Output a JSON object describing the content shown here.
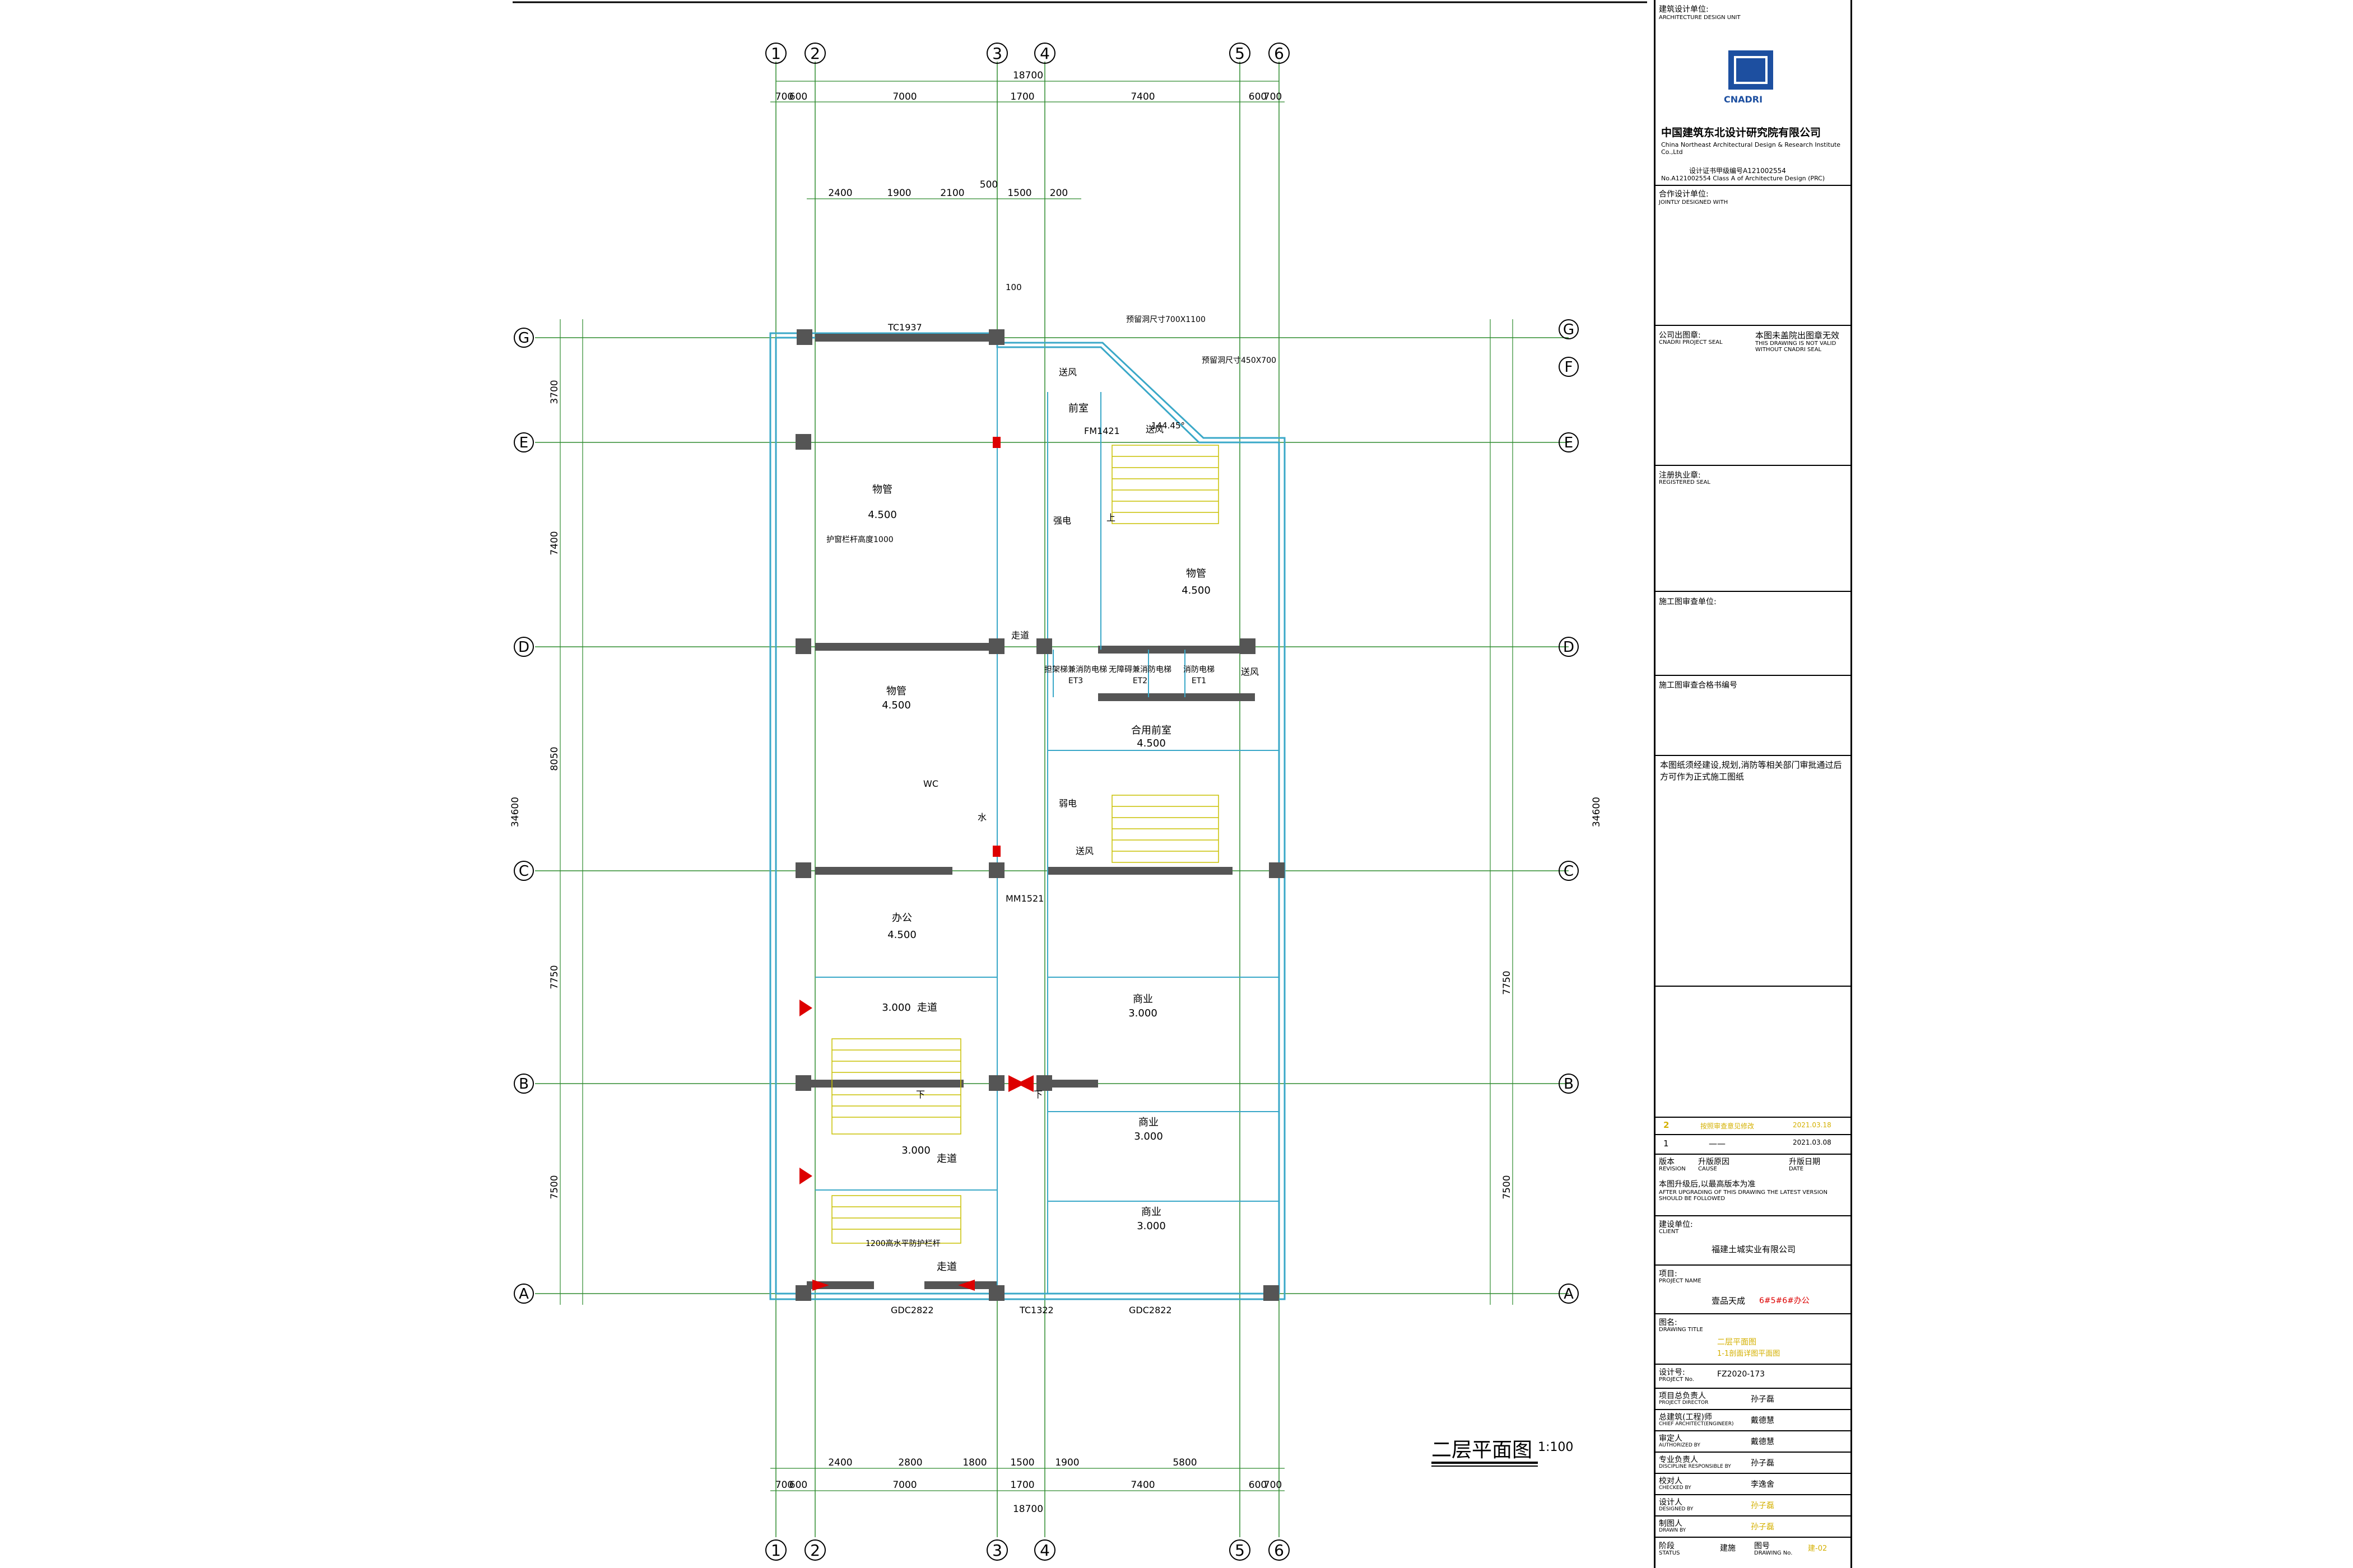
{
  "drawing": {
    "plan_title": "二层平面图",
    "scale": "1:100",
    "axes_top": [
      "1",
      "2",
      "3",
      "4",
      "5",
      "6"
    ],
    "axes_side": [
      "G",
      "F",
      "E",
      "D",
      "C",
      "B",
      "A"
    ],
    "overall_width": "18700",
    "overall_depth": "34600",
    "dims_top": [
      "700",
      "600",
      "7000",
      "1700",
      "7400",
      "600",
      "700"
    ],
    "dims_top2": [
      "2400",
      "1900",
      "2100",
      "1500",
      "200",
      "500"
    ],
    "dims_bottom": [
      "2400",
      "2800",
      "1800",
      "1500",
      "1900",
      "5800"
    ],
    "dims_bottom2": [
      "700",
      "600",
      "7000",
      "1700",
      "7400",
      "600",
      "700"
    ],
    "dims_left": [
      "3700",
      "7400",
      "8050",
      "7750",
      "7500",
      "7500"
    ],
    "rooms": [
      {
        "name": "物管",
        "elev": "4.500"
      },
      {
        "name": "物管",
        "elev": "4.500"
      },
      {
        "name": "物管",
        "elev": "4.500"
      },
      {
        "name": "办公",
        "elev": "4.500"
      },
      {
        "name": "合用前室",
        "elev": "4.500"
      },
      {
        "name": "前室",
        "elev": ""
      },
      {
        "name": "走道",
        "elev": "3.000"
      },
      {
        "name": "走道",
        "elev": "3.000"
      },
      {
        "name": "走道",
        "elev": ""
      },
      {
        "name": "商业",
        "elev": "3.000"
      },
      {
        "name": "商业",
        "elev": "3.000"
      },
      {
        "name": "商业",
        "elev": "3.000"
      }
    ],
    "elevators": [
      {
        "name": "担架梯兼消防电梯",
        "code": "ET3"
      },
      {
        "name": "无障碍兼消防电梯",
        "code": "ET2"
      },
      {
        "name": "消防电梯",
        "code": "ET1"
      }
    ],
    "labels": {
      "fresh_air": "送风",
      "strong_elec": "强电",
      "weak_elec": "弱电",
      "corridor": "走道",
      "stairs_down": "下",
      "stairs_up": "上",
      "water": "水",
      "wc": "WC",
      "window_tc1937": "TC1937",
      "door_fm1421": "FM1421",
      "door_fm1521": "MM1521",
      "gdc2822a": "GDC2822",
      "tc1322": "TC1322",
      "gdc2822b": "GDC2822",
      "vent_note": "预留洞尺寸700X1100",
      "vent_note2": "预留洞尺寸450X700",
      "guardrail": "护窗栏杆高度1000",
      "stair_rail": "1200高水平防护栏杆",
      "elev_100": "100",
      "angle": "144.45°"
    }
  },
  "titleblock": {
    "design_unit_cn": "建筑设计单位:",
    "design_unit_en": "ARCHITECTURE DESIGN UNIT",
    "logo_text": "CNADRI",
    "company_cn": "中国建筑东北设计研究院有限公司",
    "company_en": "China Northeast Architectural Design & Research Institute Co.,Ltd",
    "cert_cn": "设计证书甲级编号A121002554",
    "cert_en": "No.A121002554 Class A of Architecture Design (PRC)",
    "joint_cn": "合作设计单位:",
    "joint_en": "JOINTLY DESIGNED WITH",
    "seal_cn": "公司出图章:",
    "seal_en": "CNADRI PROJECT SEAL",
    "seal_note_cn": "本图未盖院出图章无效",
    "seal_note_en": "THIS DRAWING IS NOT VALID WITHOUT CNADRI SEAL",
    "reg_seal_cn": "注册执业章:",
    "reg_seal_en": "REGISTERED SEAL",
    "review_unit": "施工图审查单位:",
    "review_no": "施工图审查合格书编号",
    "approval_note": "本图纸须经建设,规划,消防等相关部门审批通过后方可作为正式施工图纸",
    "rev_rows": [
      {
        "no": "2",
        "cause": "按照审查意见修改",
        "date": "2021.03.18"
      },
      {
        "no": "1",
        "cause": "——",
        "date": "2021.03.08"
      }
    ],
    "rev_hdr_no": "版本",
    "rev_hdr_no_en": "REVISION",
    "rev_hdr_cause": "升版原因",
    "rev_hdr_cause_en": "CAUSE",
    "rev_hdr_date": "升版日期",
    "rev_hdr_date_en": "DATE",
    "upgrade_note": "本图升级后,以最高版本为准",
    "upgrade_note_en": "AFTER UPGRADING OF THIS DRAWING THE LATEST VERSION SHOULD BE FOLLOWED",
    "client_lbl": "建设单位:",
    "client_en": "CLIENT",
    "client_val": "福建土城实业有限公司",
    "project_lbl": "项目:",
    "project_en": "PROJECT NAME",
    "project_val": "壹品天成",
    "project_val2": "6#5#6#办公",
    "drawing_title_lbl": "图名:",
    "drawing_title_en": "DRAWING TITLE",
    "drawing_title_val": "二层平面图",
    "drawing_title_val2": "1-1剖面详图平面图",
    "project_no_lbl": "设计号:",
    "project_no_en": "PROJECT No.",
    "project_no_val": "FZ2020-173",
    "sign_rows": [
      {
        "cn": "项目总负责人",
        "en": "PROJECT DIRECTOR",
        "val": "孙子磊"
      },
      {
        "cn": "总建筑(工程)师",
        "en": "CHIEF ARCHITECT(ENGINEER)",
        "val": "戴德慧"
      },
      {
        "cn": "审定人",
        "en": "AUTHORIZED BY",
        "val": "戴德慧"
      },
      {
        "cn": "专业负责人",
        "en": "DISCIPLINE RESPONSIBLE BY",
        "val": "孙子磊"
      },
      {
        "cn": "校对人",
        "en": "CHECKED BY",
        "val": "李逸舍"
      },
      {
        "cn": "设计人",
        "en": "DESIGNED BY",
        "val": "孙子磊"
      },
      {
        "cn": "制图人",
        "en": "DRAWN BY",
        "val": "孙子磊"
      }
    ],
    "status_lbl": "阶段",
    "status_en": "STATUS",
    "status_val": "建施",
    "dwg_no_lbl": "图号",
    "dwg_no_en": "DRAWING No.",
    "dwg_no_val": "建-02"
  }
}
